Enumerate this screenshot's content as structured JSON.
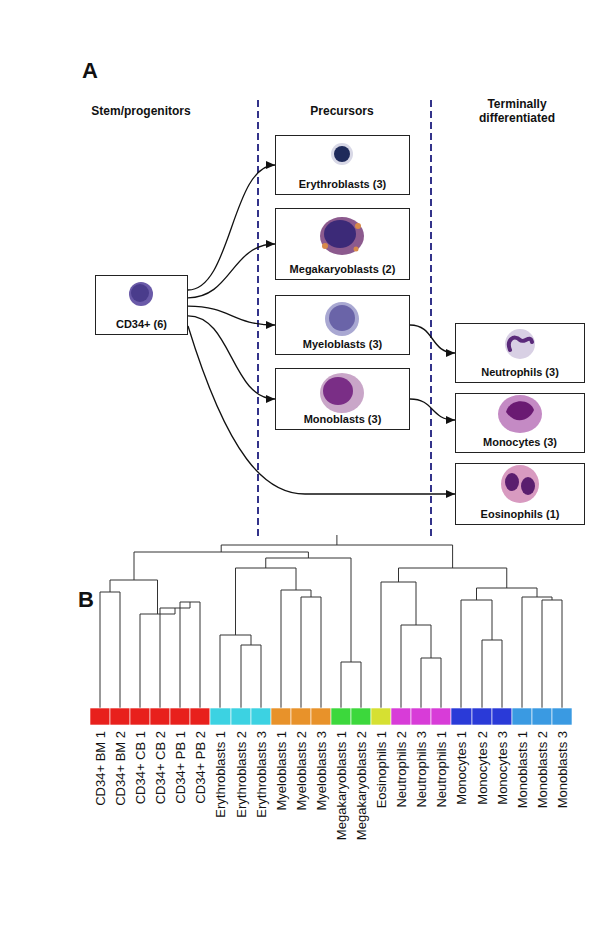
{
  "diagram": {
    "nodes": [
      {
        "text": [
          "CD34+ (6)"
        ]
      },
      {
        "text": [
          "Erythroblasts (3)"
        ]
      },
      {
        "text": [
          "Megakaryoblasts (2)"
        ]
      },
      {
        "text": [
          "Myeloblasts (3)"
        ]
      },
      {
        "text": [
          "Monoblasts (3)"
        ]
      },
      {
        "text": [
          "Neutrophils (3)"
        ]
      },
      {
        "text": [
          "Monocytes (3)"
        ]
      },
      {
        "text": [
          "Eosinophils (1)"
        ]
      }
    ],
    "edges": [
      {
        "from": 0,
        "to": 1,
        "arrow": "to"
      },
      {
        "from": 0,
        "to": 2,
        "arrow": "to"
      },
      {
        "from": 0,
        "to": 3,
        "arrow": "to"
      },
      {
        "from": 0,
        "to": 4,
        "arrow": "to"
      },
      {
        "from": 0,
        "to": 7,
        "arrow": "to"
      },
      {
        "from": 3,
        "to": 5,
        "arrow": "to"
      },
      {
        "from": 4,
        "to": 6,
        "arrow": "to"
      }
    ],
    "labels": [
      "A",
      "Stem/progenitors",
      "Precursors",
      "Terminally differentiated",
      "B",
      "CD34+ BM 1",
      "CD34+ BM 2",
      "CD34+ CB 1",
      "CD34+ CB 2",
      "CD34+ PB 1",
      "CD34+ PB 2",
      "Erythroblasts 1",
      "Erythroblasts 2",
      "Erythroblasts 3",
      "Myeloblasts 1",
      "Myeloblasts 2",
      "Myeloblasts 3",
      "Megakaryoblasts 1",
      "Megakaryoblasts 2",
      "Eosinophils 1",
      "Neutrophils 2",
      "Neutrophils 3",
      "Neutrophils 1",
      "Monocytes 1",
      "Monocytes 2",
      "Monocytes 3",
      "Monoblasts 1",
      "Monoblasts 2",
      "Monoblasts 3"
    ]
  }
}
